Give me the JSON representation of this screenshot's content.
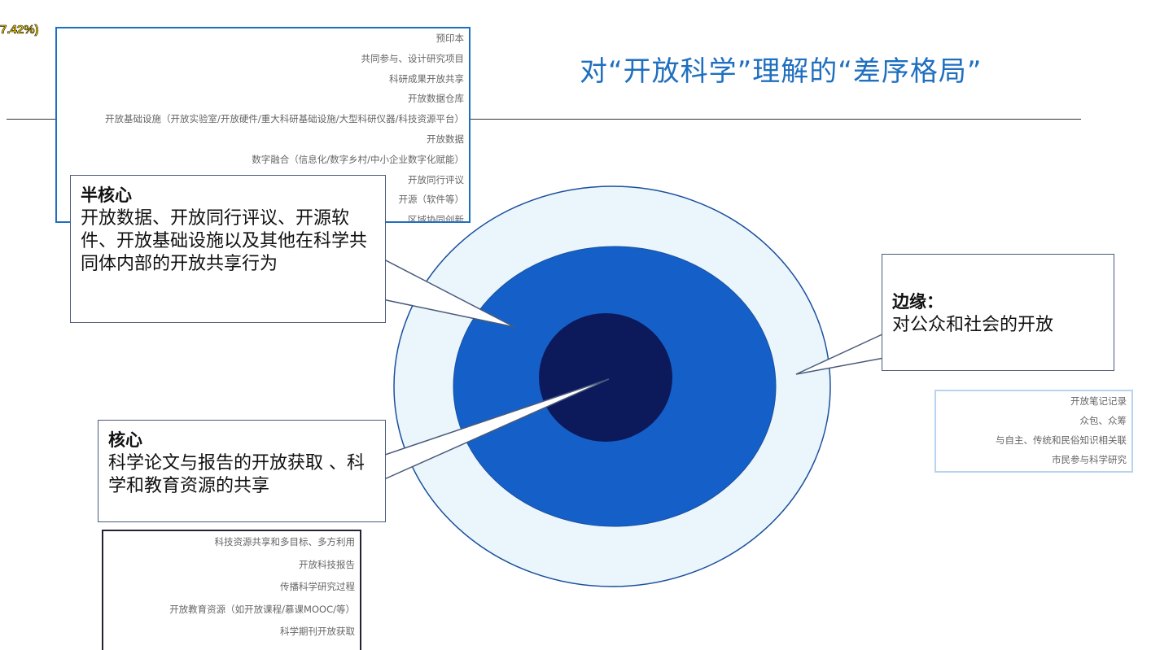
{
  "overlay_text": "7.42%)",
  "title": "对“开放科学”理解的“差序格局”",
  "lists": {
    "top": [
      "预印本",
      "共同参与、设计研究项目",
      "科研成果开放共享",
      "开放数据仓库",
      "开放基础设施（开放实验室/开放硬件/重大科研基础设施/大型科研仪器/科技资源平台）",
      "开放数据",
      "数字融合（信息化/数字乡村/中小企业数字化赋能）",
      "开放同行评议",
      "开源（软件等）",
      "区域协同创新"
    ],
    "right": [
      "开放笔记记录",
      "众包、众筹",
      "与自主、传统和民俗知识相关联",
      "市民参与科学研究"
    ],
    "bottom": [
      "科技资源共享和多目标、多方利用",
      "开放科技报告",
      "传播科学研究过程",
      "开放教育资源（如开放课程/慕课MOOC/等）",
      "科学期刊开放获取"
    ]
  },
  "callouts": {
    "semi": {
      "heading": "半核心",
      "body": "开放数据、开放同行评议、开源软件、开放基础设施以及其他在科学共同体内部的开放共享行为"
    },
    "core": {
      "heading": "核心",
      "body": "科学论文与报告的开放获取 、科学和教育资源的共享"
    },
    "edge": {
      "heading": "边缘：",
      "body": "对公众和社会的开放"
    }
  },
  "colors": {
    "title": "#1f6fc0",
    "outer": "#eaf6fc",
    "middle": "#1560c8",
    "inner": "#0c1a5c"
  }
}
